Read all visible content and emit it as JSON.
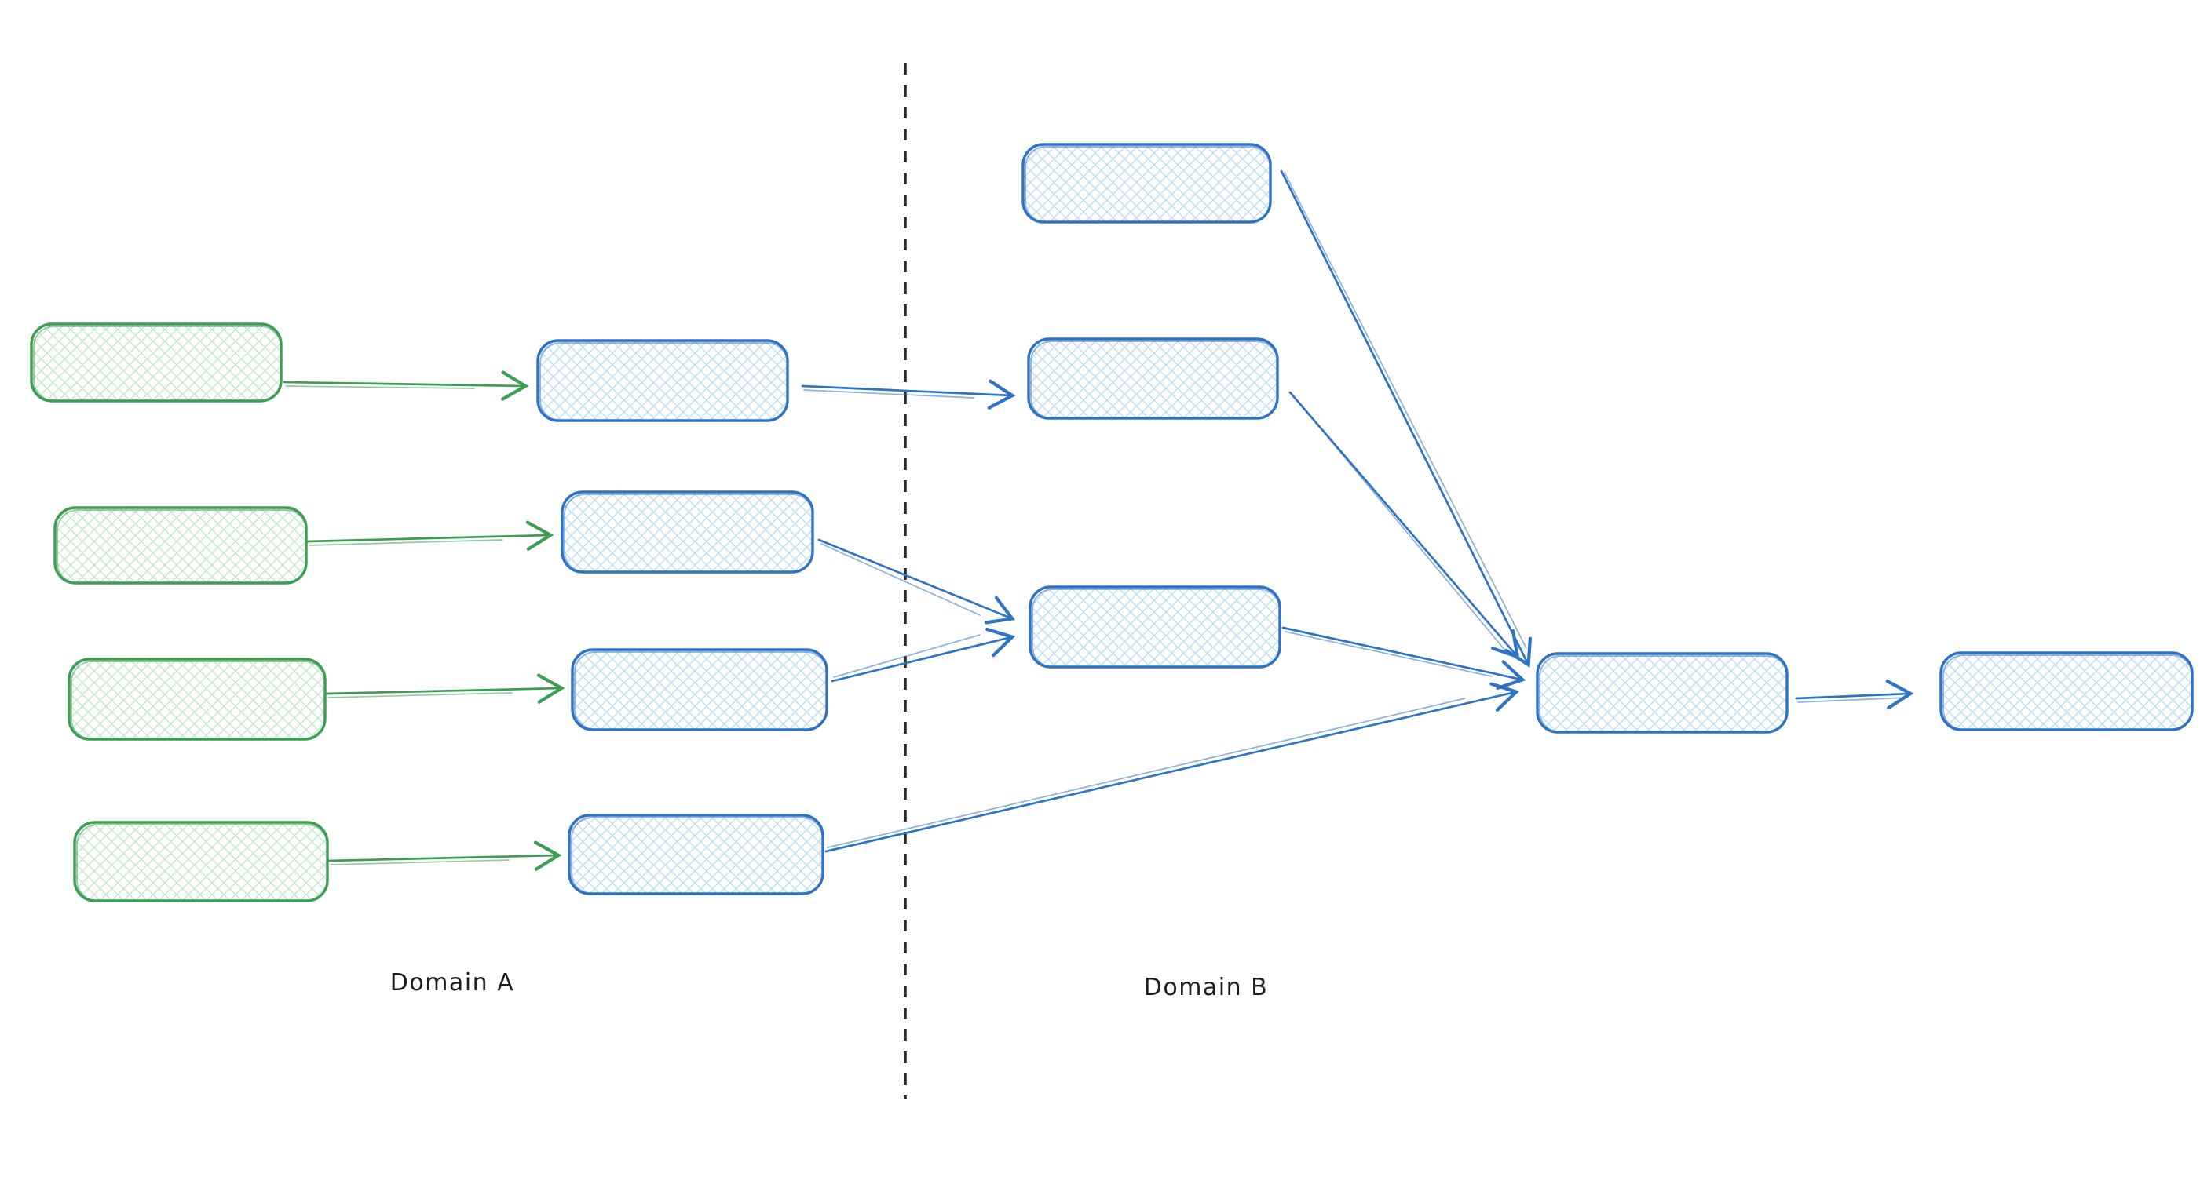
{
  "app": {
    "type": "whiteboard-flow-diagram",
    "style": "hand-drawn-sketch",
    "fill_style": "cross-hatch"
  },
  "labels": {
    "domain_a": "Domain A",
    "domain_b": "Domain B"
  },
  "colors": {
    "canvas_bg": "#ffffff",
    "green_stroke": "#3b9e53",
    "green_hatch": "#c2e9c8",
    "blue_stroke": "#2e73c4",
    "blue_hatch": "#bedcf6",
    "divider": "#2b2b2b",
    "label_text": "#1e1e1e"
  },
  "diagram": {
    "divider": {
      "orientation": "vertical",
      "line_style": "dashed",
      "separates": [
        "Domain A",
        "Domain B"
      ]
    },
    "nodes": [
      {
        "id": "a-input-1",
        "domain": "Domain A",
        "color": "green",
        "shape": "rounded-rectangle",
        "label": ""
      },
      {
        "id": "a-input-2",
        "domain": "Domain A",
        "color": "green",
        "shape": "rounded-rectangle",
        "label": ""
      },
      {
        "id": "a-input-3",
        "domain": "Domain A",
        "color": "green",
        "shape": "rounded-rectangle",
        "label": ""
      },
      {
        "id": "a-input-4",
        "domain": "Domain A",
        "color": "green",
        "shape": "rounded-rectangle",
        "label": ""
      },
      {
        "id": "a-process-1",
        "domain": "Domain A",
        "color": "blue",
        "shape": "rounded-rectangle",
        "label": ""
      },
      {
        "id": "a-process-2",
        "domain": "Domain A",
        "color": "blue",
        "shape": "rounded-rectangle",
        "label": ""
      },
      {
        "id": "a-process-3",
        "domain": "Domain A",
        "color": "blue",
        "shape": "rounded-rectangle",
        "label": ""
      },
      {
        "id": "a-process-4",
        "domain": "Domain A",
        "color": "blue",
        "shape": "rounded-rectangle",
        "label": ""
      },
      {
        "id": "b-stage-1",
        "domain": "Domain B",
        "color": "blue",
        "shape": "rounded-rectangle",
        "label": ""
      },
      {
        "id": "b-stage-2",
        "domain": "Domain B",
        "color": "blue",
        "shape": "rounded-rectangle",
        "label": ""
      },
      {
        "id": "b-stage-3",
        "domain": "Domain B",
        "color": "blue",
        "shape": "rounded-rectangle",
        "label": ""
      },
      {
        "id": "b-aggregator",
        "domain": "Domain B",
        "color": "blue",
        "shape": "rounded-rectangle",
        "label": ""
      },
      {
        "id": "b-output",
        "domain": "Domain B",
        "color": "blue",
        "shape": "rounded-rectangle",
        "label": ""
      }
    ],
    "edges": [
      {
        "from": "a-input-1",
        "to": "a-process-1",
        "color": "green"
      },
      {
        "from": "a-input-2",
        "to": "a-process-2",
        "color": "green"
      },
      {
        "from": "a-input-3",
        "to": "a-process-3",
        "color": "green"
      },
      {
        "from": "a-input-4",
        "to": "a-process-4",
        "color": "green"
      },
      {
        "from": "a-process-1",
        "to": "b-stage-2",
        "color": "blue"
      },
      {
        "from": "a-process-2",
        "to": "b-stage-3",
        "color": "blue"
      },
      {
        "from": "a-process-3",
        "to": "b-stage-3",
        "color": "blue"
      },
      {
        "from": "a-process-4",
        "to": "b-aggregator",
        "color": "blue"
      },
      {
        "from": "b-stage-1",
        "to": "b-aggregator",
        "color": "blue"
      },
      {
        "from": "b-stage-2",
        "to": "b-aggregator",
        "color": "blue"
      },
      {
        "from": "b-stage-3",
        "to": "b-aggregator",
        "color": "blue"
      },
      {
        "from": "b-aggregator",
        "to": "b-output",
        "color": "blue"
      }
    ]
  }
}
